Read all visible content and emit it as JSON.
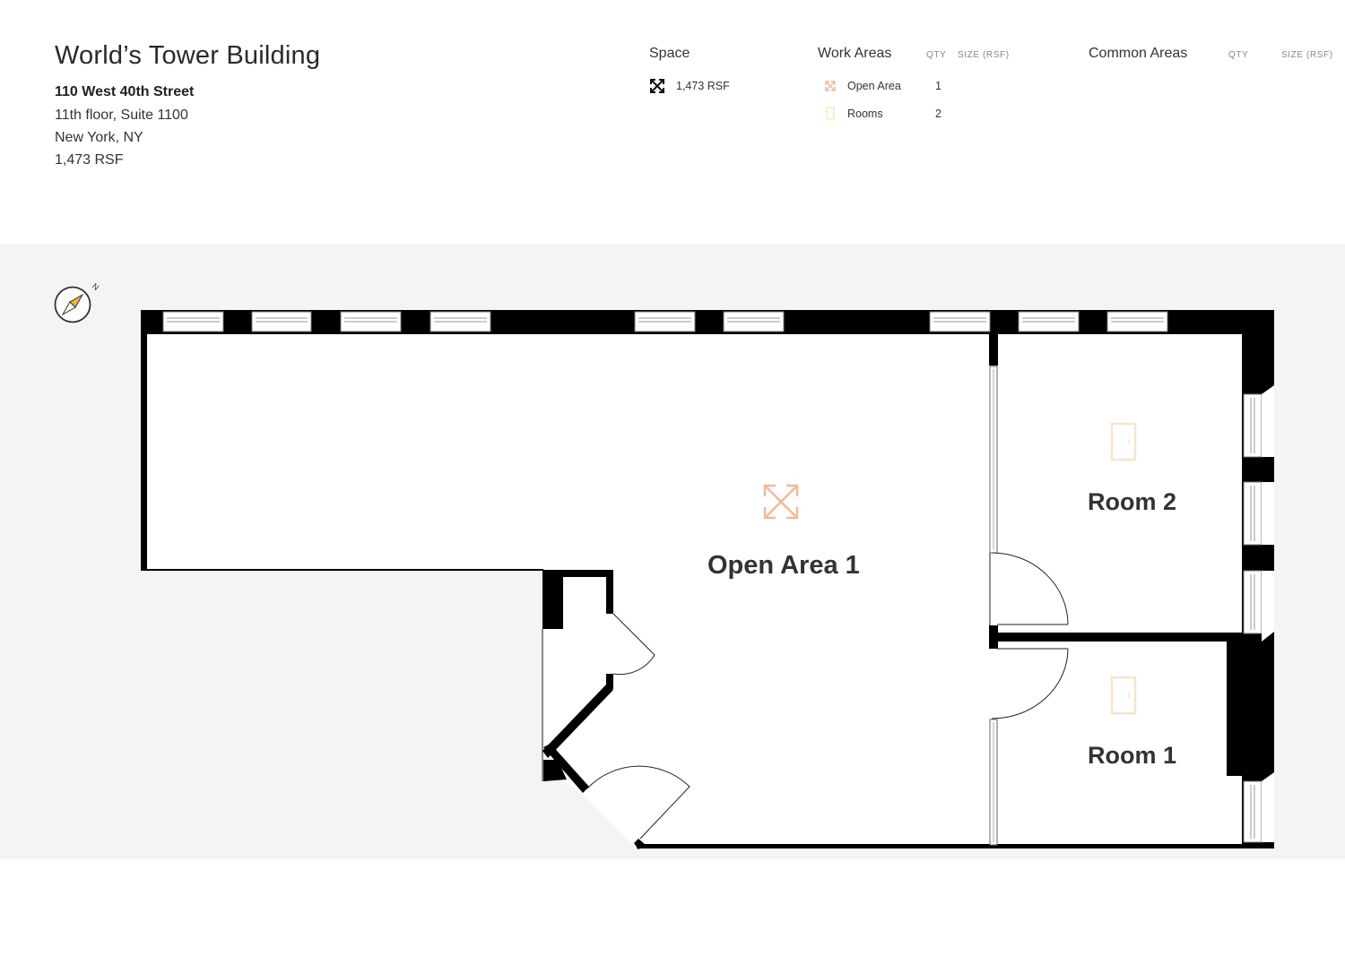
{
  "header": {
    "title": "World’s Tower Building",
    "address_line1": "110 West 40th Street",
    "address_line2": "11th floor, Suite 1100",
    "address_line3": "New York, NY",
    "address_line4": "1,473 RSF"
  },
  "space": {
    "heading": "Space",
    "value": "1,473 RSF",
    "icon": "expand-arrows-icon"
  },
  "work_areas": {
    "heading": "Work Areas",
    "col_qty": "QTY",
    "col_size": "SIZE (RSF)",
    "rows": [
      {
        "label": "Open Area",
        "qty": "1",
        "icon": "open-area-icon",
        "color": "#f2b89a"
      },
      {
        "label": "Rooms",
        "qty": "2",
        "icon": "room-door-icon",
        "color": "#f5e6a8"
      }
    ]
  },
  "common_areas": {
    "heading": "Common Areas",
    "col_qty": "QTY",
    "col_size": "SIZE (RSF)"
  },
  "floorplan": {
    "labels": {
      "open_area": "Open Area 1",
      "room2": "Room 2",
      "room1": "Room 1",
      "compass_n": "N"
    },
    "colors": {
      "wall": "#000000",
      "window": "#c9c9d8",
      "open_area_icon": "#f2b89a",
      "room_icon": "#f5e6c8",
      "background": "#f4f4f4"
    }
  }
}
